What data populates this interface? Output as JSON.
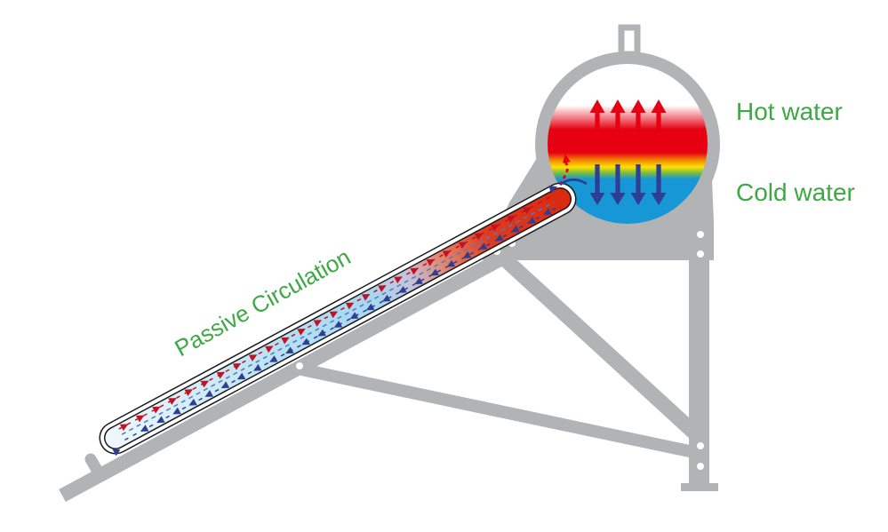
{
  "diagram_title": "Passive solar water heater thermosiphon diagram",
  "labels": {
    "hot_water": "Hot water",
    "cold_water": "Cold water",
    "passive_circulation": "Passive Circulation"
  },
  "colors": {
    "green_text": "#3ea844",
    "frame_gray": "#b2b3b5",
    "hole_white": "#ffffff",
    "hot_red": "#e60012",
    "orange": "#f08300",
    "yellow": "#ffe100",
    "tank_blue": "#1797d5",
    "cold_navy": "#2e3e92",
    "tube_red_arrow": "#c11226",
    "tube_center_dash": "#4d7fbe",
    "tube_outline_black": "#1a1a1a",
    "tank_gradient_stops": [
      [
        0,
        "#ffffff"
      ],
      [
        0.26,
        "#ffffff"
      ],
      [
        0.41,
        "#e60012"
      ],
      [
        0.555,
        "#e60012"
      ],
      [
        0.6,
        "#f08300"
      ],
      [
        0.645,
        "#ffe100"
      ],
      [
        0.68,
        "#7dbf3c"
      ],
      [
        0.72,
        "#1797d5"
      ],
      [
        1,
        "#1797d5"
      ]
    ],
    "tube_gradient_stops": [
      [
        0,
        "#edf7fc"
      ],
      [
        0.4,
        "#b5dff3"
      ],
      [
        0.58,
        "#a9d7f0"
      ],
      [
        0.66,
        "#c6c3da"
      ],
      [
        0.74,
        "#e2836a"
      ],
      [
        0.84,
        "#de3b20"
      ],
      [
        1,
        "#da2a10"
      ]
    ]
  },
  "tank": {
    "hot_arrow_count": 4,
    "cold_arrow_count": 4
  },
  "tube": {
    "hot_flow_arrow_count": 26,
    "cold_flow_arrow_count": 26
  },
  "icons": {
    "tank_hot_arrows": "up-arrow",
    "tank_cold_arrows": "down-arrow",
    "tube_hot_flow": "dashed-up-slope-arrow",
    "tube_cold_flow": "dashed-down-slope-arrow",
    "inflow_arrow": "dashed-curved-up-arrow",
    "outflow_arrow": "curved-left-down-arrow",
    "mounting_hole": "small-circle",
    "vent_pipe": "open-rectangle"
  }
}
